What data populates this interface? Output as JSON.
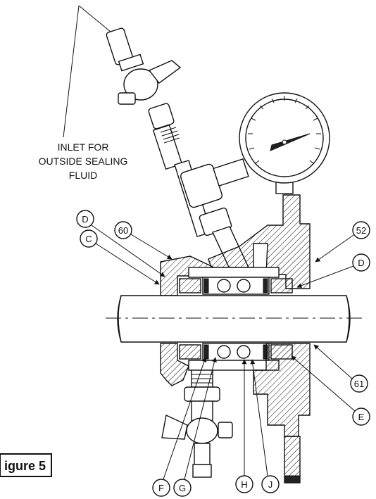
{
  "inlet_label": {
    "line1": "INLET FOR",
    "line2": "OUTSIDE SEALING",
    "line3": "FLUID"
  },
  "callouts": {
    "D_top": "D",
    "C": "C",
    "p60": "60",
    "p52": "52",
    "D_right": "D",
    "p61": "61",
    "E": "E",
    "F": "F",
    "G": "G",
    "H": "H",
    "J": "J"
  },
  "figure_label": "igure 5"
}
